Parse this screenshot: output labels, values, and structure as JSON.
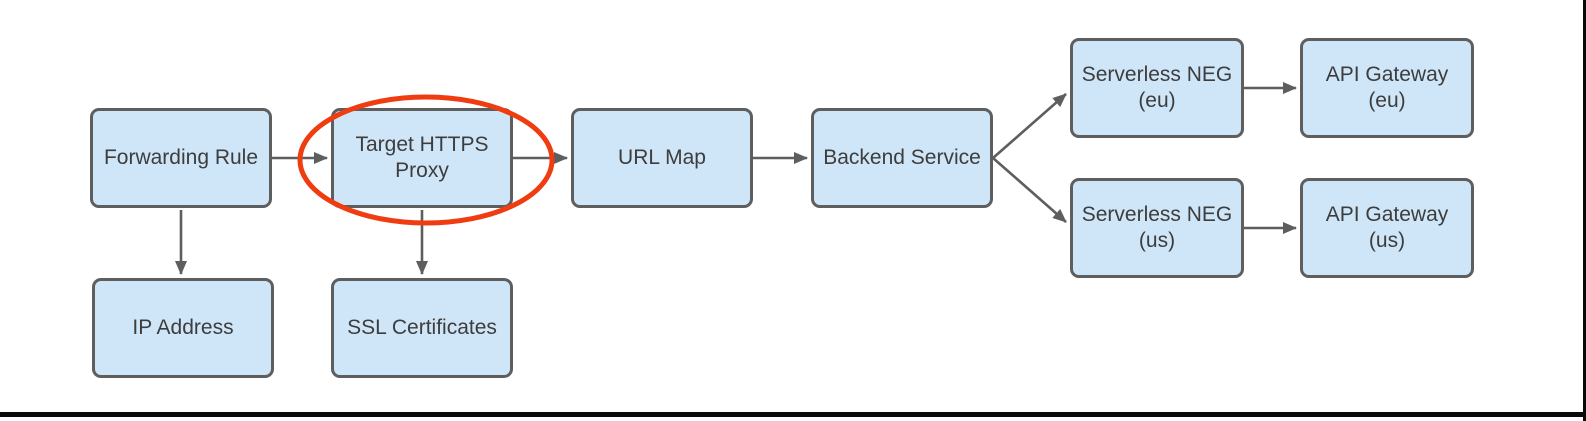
{
  "diagram": {
    "nodes": {
      "forwarding_rule": {
        "label": "Forwarding Rule"
      },
      "target_https_proxy": {
        "label": "Target HTTPS Proxy"
      },
      "url_map": {
        "label": "URL Map"
      },
      "backend_service": {
        "label": "Backend Service"
      },
      "serverless_neg_eu": {
        "label": "Serverless NEG (eu)"
      },
      "api_gateway_eu": {
        "label": "API Gateway (eu)"
      },
      "serverless_neg_us": {
        "label": "Serverless NEG (us)"
      },
      "api_gateway_us": {
        "label": "API Gateway (us)"
      },
      "ip_address": {
        "label": "IP Address"
      },
      "ssl_certificates": {
        "label": "SSL Certificates"
      }
    },
    "edges": [
      {
        "from": "forwarding_rule",
        "to": "target_https_proxy"
      },
      {
        "from": "target_https_proxy",
        "to": "url_map"
      },
      {
        "from": "url_map",
        "to": "backend_service"
      },
      {
        "from": "backend_service",
        "to": "serverless_neg_eu"
      },
      {
        "from": "backend_service",
        "to": "serverless_neg_us"
      },
      {
        "from": "serverless_neg_eu",
        "to": "api_gateway_eu"
      },
      {
        "from": "serverless_neg_us",
        "to": "api_gateway_us"
      },
      {
        "from": "forwarding_rule",
        "to": "ip_address"
      },
      {
        "from": "target_https_proxy",
        "to": "ssl_certificates"
      }
    ],
    "annotations": [
      {
        "type": "ellipse-highlight",
        "around": "target_https_proxy",
        "color": "#ef3c10"
      }
    ],
    "colors": {
      "node_fill": "#cfe6f8",
      "node_border": "#5e5e5e",
      "arrow": "#5e5e5e",
      "highlight": "#ef3c10",
      "text": "#3d3d3d"
    }
  }
}
